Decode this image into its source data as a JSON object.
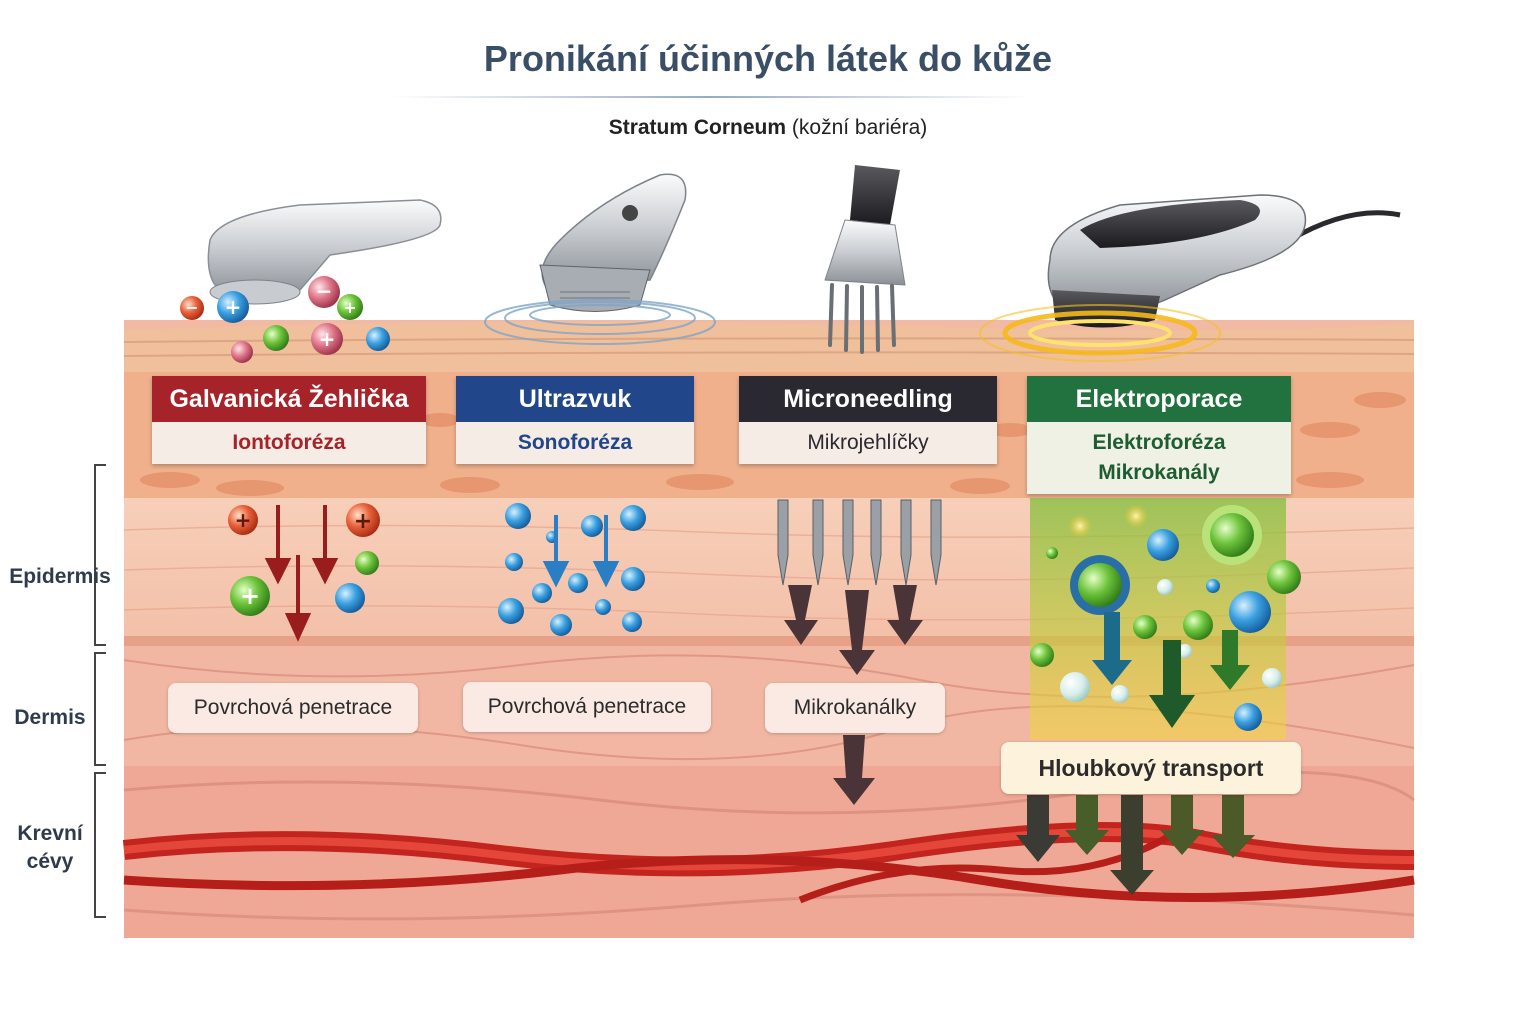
{
  "title": "Pronikání účinných látek do kůže",
  "subtitle_bold": "Stratum Corneum",
  "subtitle_rest": " (kožní bariéra)",
  "methods": [
    {
      "name": "Galvanická Žehlička",
      "sub": "Iontoforéza",
      "color": "#a52329",
      "sub_color": "#a52329",
      "result": "Povrchová penetrace"
    },
    {
      "name": "Ultrazvuk",
      "sub": "Sonoforéza",
      "color": "#22468a",
      "sub_color": "#22468a",
      "result": "Povrchová penetrace"
    },
    {
      "name": "Microneedling",
      "sub": "Mikrojehlíčky",
      "color": "#2a2830",
      "sub_color": "#2a2830",
      "result": "Mikrokanálky"
    },
    {
      "name": "Elektroporace",
      "sub": "Elektroforéza",
      "sub2": "Mikrokanály",
      "color": "#227240",
      "sub_color": "#1e5c31",
      "result": "Hloubkový transport"
    }
  ],
  "layers": {
    "epidermis": "Epidermis",
    "dermis": "Dermis",
    "vessels_line1": "Krevní",
    "vessels_line2": "cévy"
  },
  "icons": [
    "iron-device-icon",
    "ultrasound-device-icon",
    "microneedle-device-icon",
    "electroporation-device-icon",
    "plus-ion-icon",
    "minus-ion-icon"
  ]
}
